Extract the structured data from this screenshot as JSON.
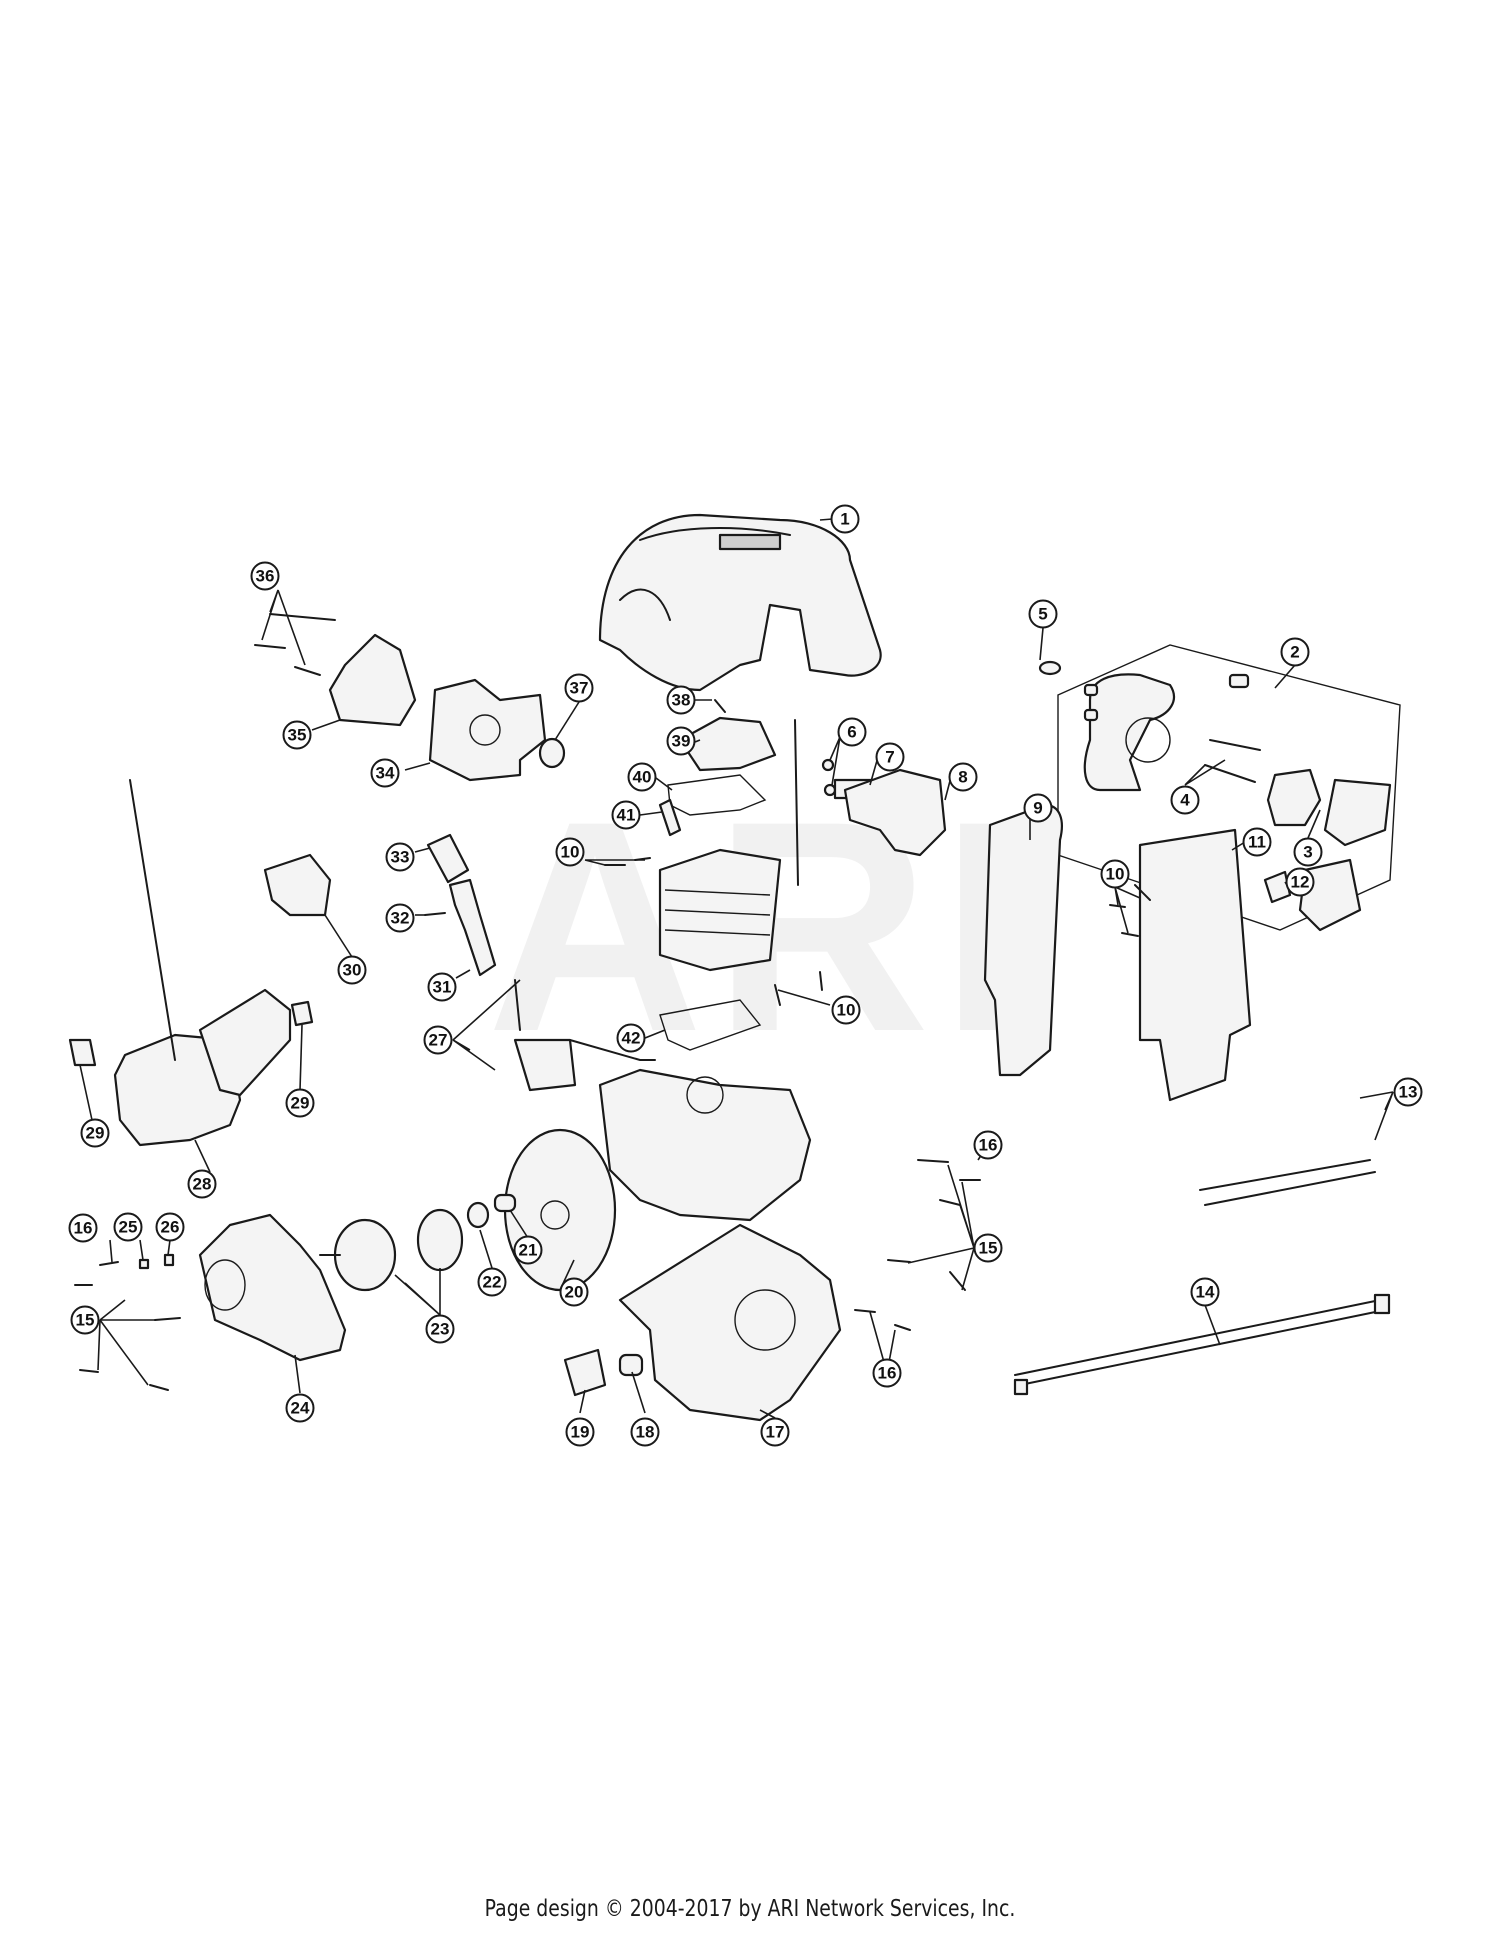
{
  "footer": {
    "text": "Page design © 2004-2017 by ARI Network Services, Inc."
  },
  "watermark": {
    "text": "ARI"
  },
  "callouts": [
    {
      "id": "c1",
      "label": "1"
    },
    {
      "id": "c2",
      "label": "2"
    },
    {
      "id": "c3",
      "label": "3"
    },
    {
      "id": "c4",
      "label": "4"
    },
    {
      "id": "c5",
      "label": "5"
    },
    {
      "id": "c6",
      "label": "6"
    },
    {
      "id": "c7",
      "label": "7"
    },
    {
      "id": "c8",
      "label": "8"
    },
    {
      "id": "c9",
      "label": "9"
    },
    {
      "id": "c10a",
      "label": "10"
    },
    {
      "id": "c10b",
      "label": "10"
    },
    {
      "id": "c10c",
      "label": "10"
    },
    {
      "id": "c11",
      "label": "11"
    },
    {
      "id": "c12",
      "label": "12"
    },
    {
      "id": "c13",
      "label": "13"
    },
    {
      "id": "c14",
      "label": "14"
    },
    {
      "id": "c15a",
      "label": "15"
    },
    {
      "id": "c15b",
      "label": "15"
    },
    {
      "id": "c16a",
      "label": "16"
    },
    {
      "id": "c16b",
      "label": "16"
    },
    {
      "id": "c16c",
      "label": "16"
    },
    {
      "id": "c17",
      "label": "17"
    },
    {
      "id": "c18",
      "label": "18"
    },
    {
      "id": "c19",
      "label": "19"
    },
    {
      "id": "c20",
      "label": "20"
    },
    {
      "id": "c21",
      "label": "21"
    },
    {
      "id": "c22",
      "label": "22"
    },
    {
      "id": "c23",
      "label": "23"
    },
    {
      "id": "c24",
      "label": "24"
    },
    {
      "id": "c25",
      "label": "25"
    },
    {
      "id": "c26",
      "label": "26"
    },
    {
      "id": "c27",
      "label": "27"
    },
    {
      "id": "c28",
      "label": "28"
    },
    {
      "id": "c29a",
      "label": "29"
    },
    {
      "id": "c29b",
      "label": "29"
    },
    {
      "id": "c30",
      "label": "30"
    },
    {
      "id": "c31",
      "label": "31"
    },
    {
      "id": "c32",
      "label": "32"
    },
    {
      "id": "c33",
      "label": "33"
    },
    {
      "id": "c34",
      "label": "34"
    },
    {
      "id": "c35",
      "label": "35"
    },
    {
      "id": "c36",
      "label": "36"
    },
    {
      "id": "c37",
      "label": "37"
    },
    {
      "id": "c38",
      "label": "38"
    },
    {
      "id": "c39",
      "label": "39"
    },
    {
      "id": "c40",
      "label": "40"
    },
    {
      "id": "c41",
      "label": "41"
    },
    {
      "id": "c42",
      "label": "42"
    }
  ]
}
